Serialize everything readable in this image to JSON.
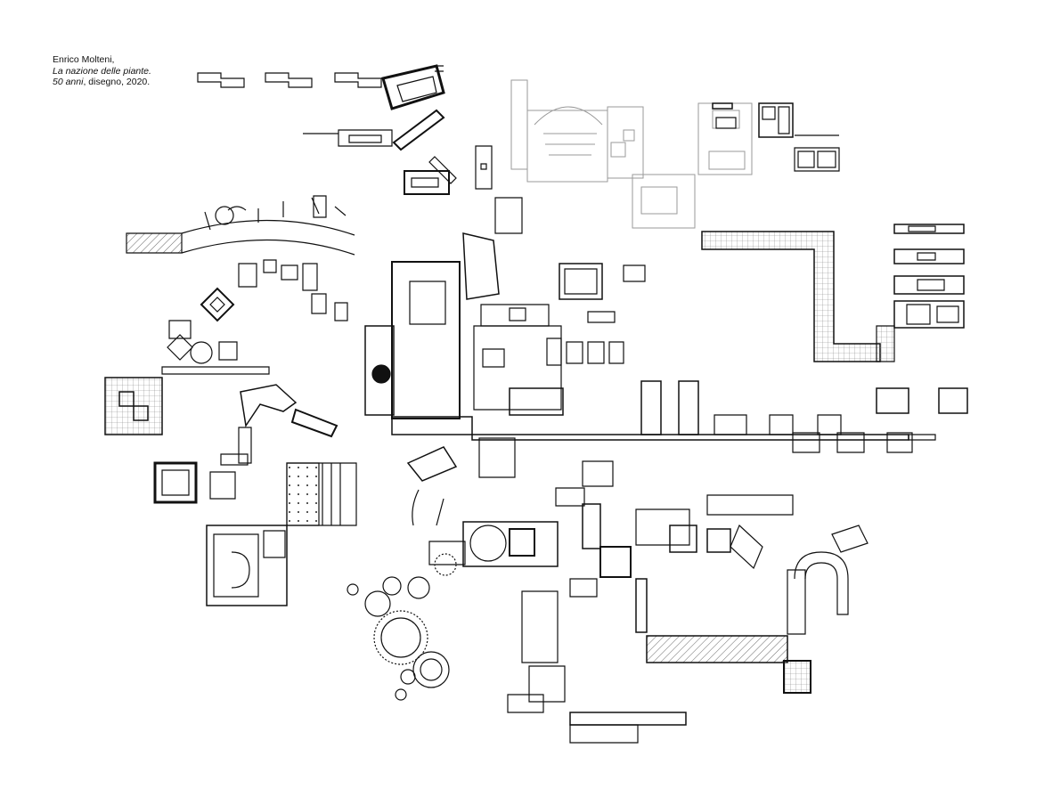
{
  "caption": {
    "author": "Enrico Molteni,",
    "title": "La nazione delle piante.",
    "years": "50 anni",
    "rest": ", disegno, 2020."
  },
  "colors": {
    "ink": "#111111",
    "hatch": "#666666",
    "faint": "#9a9a9a",
    "paper": "#ffffff"
  }
}
